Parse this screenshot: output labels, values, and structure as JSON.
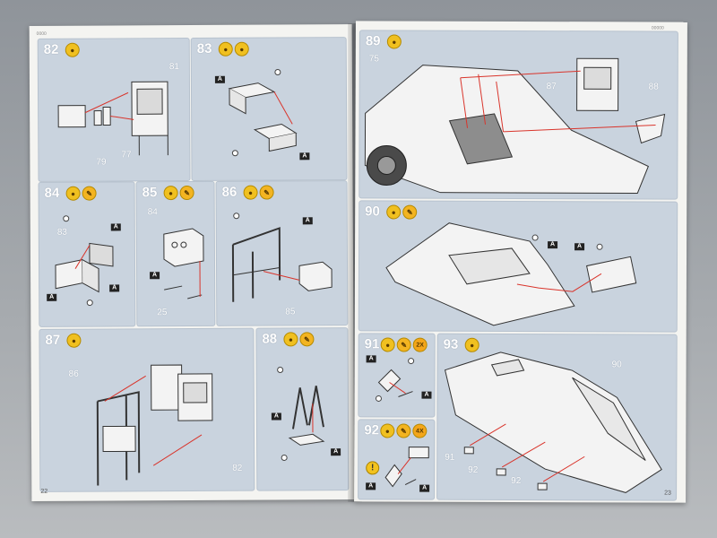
{
  "left_page": {
    "header": "0000",
    "page_number": "22",
    "panels": [
      {
        "step": "82",
        "badges": [
          "glue"
        ],
        "parts": [
          "81",
          "79",
          "77"
        ]
      },
      {
        "step": "83",
        "badges": [
          "glue",
          "glue"
        ],
        "parts": [
          "A",
          "A"
        ]
      },
      {
        "step": "84",
        "badges": [
          "glue",
          "paint"
        ],
        "parts": [
          "83",
          "A",
          "A",
          "A"
        ]
      },
      {
        "step": "85",
        "badges": [
          "glue",
          "paint"
        ],
        "parts": [
          "84",
          "A",
          "25"
        ]
      },
      {
        "step": "86",
        "badges": [
          "glue",
          "paint"
        ],
        "parts": [
          "A",
          "85"
        ]
      },
      {
        "step": "87",
        "badges": [
          "glue"
        ],
        "parts": [
          "86",
          "82"
        ]
      },
      {
        "step": "88",
        "badges": [
          "glue",
          "paint"
        ],
        "parts": [
          "A",
          "A"
        ]
      }
    ]
  },
  "right_page": {
    "header": "00000",
    "page_number": "23",
    "panels": [
      {
        "step": "89",
        "badges": [
          "glue"
        ],
        "parts": [
          "75",
          "87",
          "88"
        ]
      },
      {
        "step": "90",
        "badges": [
          "glue",
          "paint"
        ],
        "parts": [
          "A",
          "A"
        ]
      },
      {
        "step": "91",
        "badges": [
          "glue",
          "paint",
          "2X"
        ],
        "parts": [
          "A",
          "A"
        ]
      },
      {
        "step": "92",
        "badges": [
          "glue",
          "paint",
          "4X"
        ],
        "parts": [
          "A",
          "A"
        ]
      },
      {
        "step": "93",
        "badges": [
          "glue"
        ],
        "parts": [
          "90",
          "91",
          "92",
          "92"
        ]
      }
    ]
  },
  "colors": {
    "panel": "#c9d3de",
    "glue_badge": "#f0c020",
    "arrow": "#d9342b",
    "page": "#f4f4f1"
  }
}
